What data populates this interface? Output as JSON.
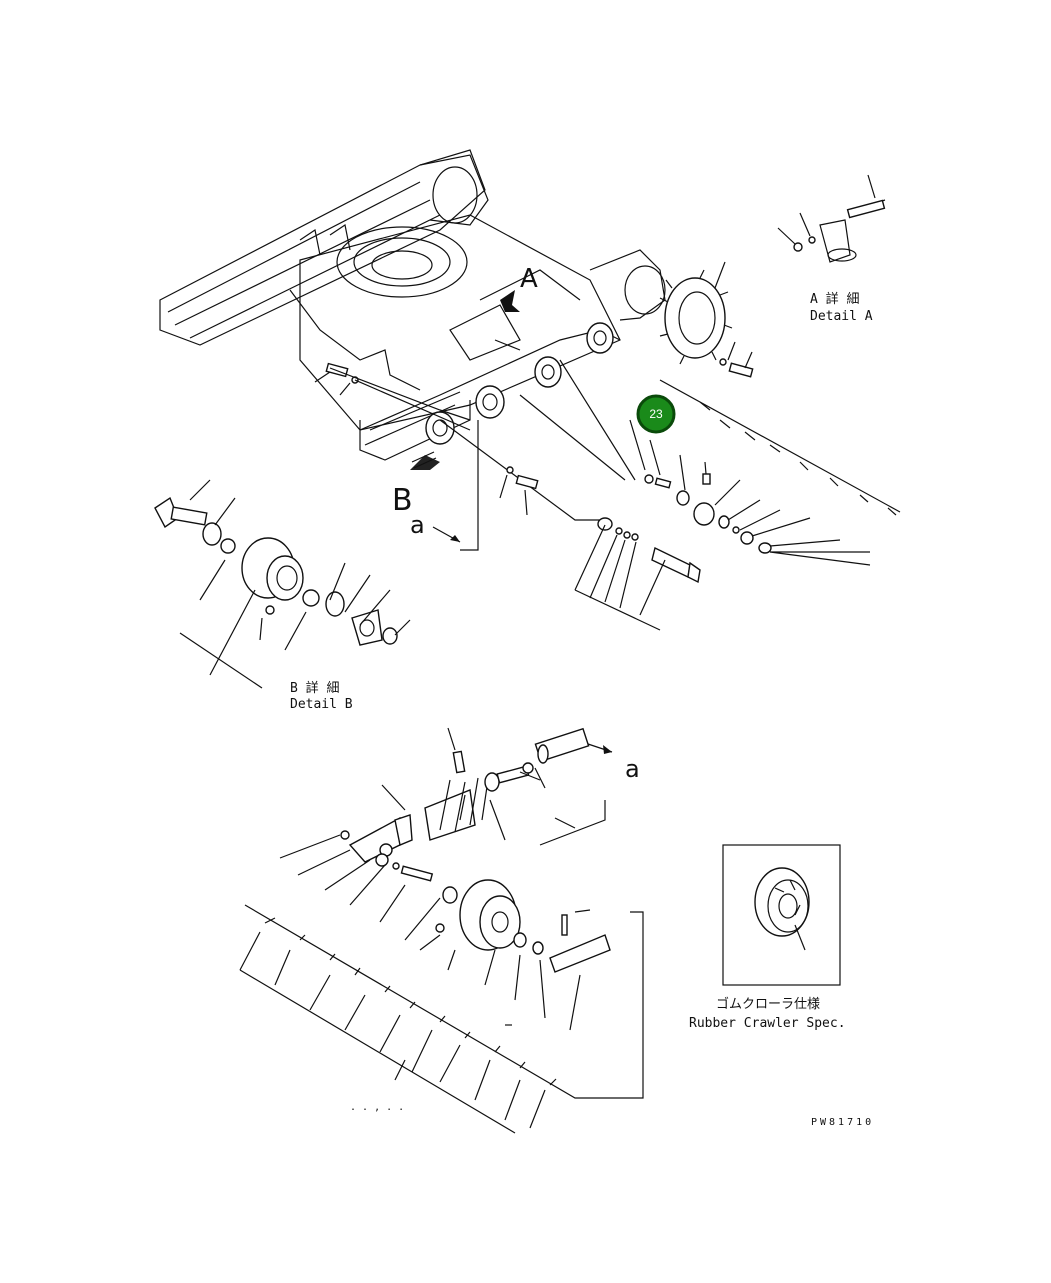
{
  "labels": {
    "detail_a_jp": "A 詳 細",
    "detail_a_en": "Detail A",
    "detail_b_jp": "B 詳 細",
    "detail_b_en": "Detail B",
    "rubber_jp": "ゴムクローラ仕様",
    "rubber_en": "Rubber Crawler Spec.",
    "view_a": "A",
    "view_b": "B",
    "ref_a1": "a",
    "ref_a2": "a",
    "drawing_no": "PW81710",
    "callout_number": "23"
  },
  "colors": {
    "badge_fill": "#1a8a1a",
    "badge_ring": "#0a4a0a",
    "line": "#111111"
  }
}
